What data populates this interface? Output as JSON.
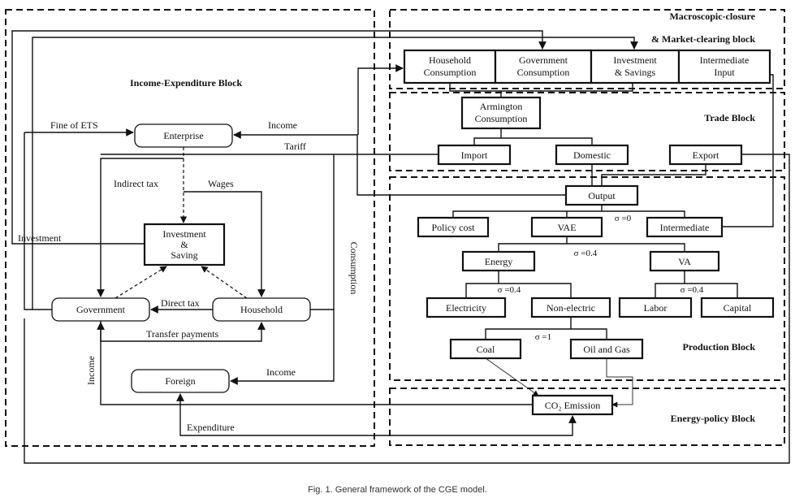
{
  "blocks": {
    "income_expenditure": "Income-Expenditure Block",
    "macro_1": "Macroscopic-closure",
    "macro_2": "& Market-clearing block",
    "trade": "Trade Block",
    "production": "Production Block",
    "energy_policy": "Energy-policy Block"
  },
  "nodes": {
    "household_consumption": [
      "Household",
      "Consumption"
    ],
    "government_consumption": [
      "Government",
      "Consumption"
    ],
    "investment_savings": [
      "Investment",
      "& Savings"
    ],
    "intermediate_input": [
      "Intermediate",
      "Input"
    ],
    "armington": [
      "Armington",
      "Consumption"
    ],
    "import": "Import",
    "domestic": "Domestic",
    "export": "Export",
    "enterprise": "Enterprise",
    "investment_saving": [
      "Investment",
      "&",
      "Saving"
    ],
    "government": "Government",
    "household": "Household",
    "foreign": "Foreign",
    "output": "Output",
    "policy_cost": "Policy cost",
    "vae": "VAE",
    "intermediate": "Intermediate",
    "energy": "Energy",
    "va": "VA",
    "electricity": "Electricity",
    "non_electric": "Non-electric",
    "labor": "Labor",
    "capital": "Capital",
    "coal": "Coal",
    "oil_gas": "Oil and Gas",
    "co2_emission": "CO₂ Emission"
  },
  "edges": {
    "fine_ets": "Fine of ETS",
    "income_enterprise": "Income",
    "tariff": "Tariff",
    "indirect_tax": "Indirect tax",
    "wages": "Wages",
    "investment": "Investment",
    "consumption": "Consumption",
    "direct_tax": "Direct tax",
    "transfer_payments": "Transfer payments",
    "income_left": "Income",
    "income_foreign": "Income",
    "expenditure": "Expenditure"
  },
  "elasticities": {
    "output": "σ =0",
    "vae": "σ =0.4",
    "energy": "σ =0.4",
    "va": "σ =0.4",
    "non_electric": "σ =1"
  },
  "caption": "Fig. 1. General framework of the CGE model."
}
